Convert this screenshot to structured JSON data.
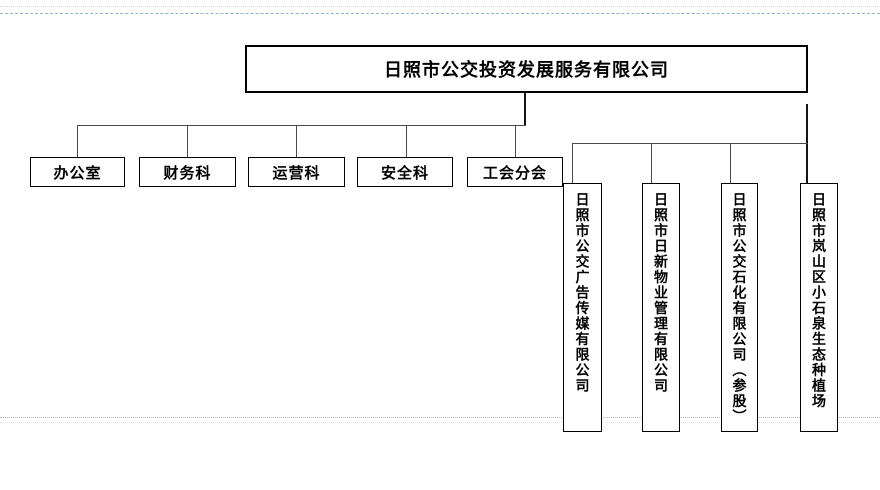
{
  "org_chart": {
    "root": {
      "label": "日照市公交投资发展服务有限公司"
    },
    "departments": [
      {
        "label": "办公室"
      },
      {
        "label": "财务科"
      },
      {
        "label": "运营科"
      },
      {
        "label": "安全科"
      },
      {
        "label": "工会分会"
      }
    ],
    "subsidiaries": [
      {
        "label": "日照市公交广告传媒有限公司"
      },
      {
        "label": "日照市日新物业管理有限公司"
      },
      {
        "label": "日照市公交石化有限公司（参股）"
      },
      {
        "label": "日照市岚山区小石泉生态种植场"
      }
    ]
  },
  "colors": {
    "box_border": "#000000",
    "connector": "#4a4a4a",
    "connector_thick": "#151515",
    "guide_pink": "#e8d3cf",
    "guide_blue": "#89b6ca",
    "guide_teal": "#8fc2b7",
    "background": "#ffffff"
  }
}
